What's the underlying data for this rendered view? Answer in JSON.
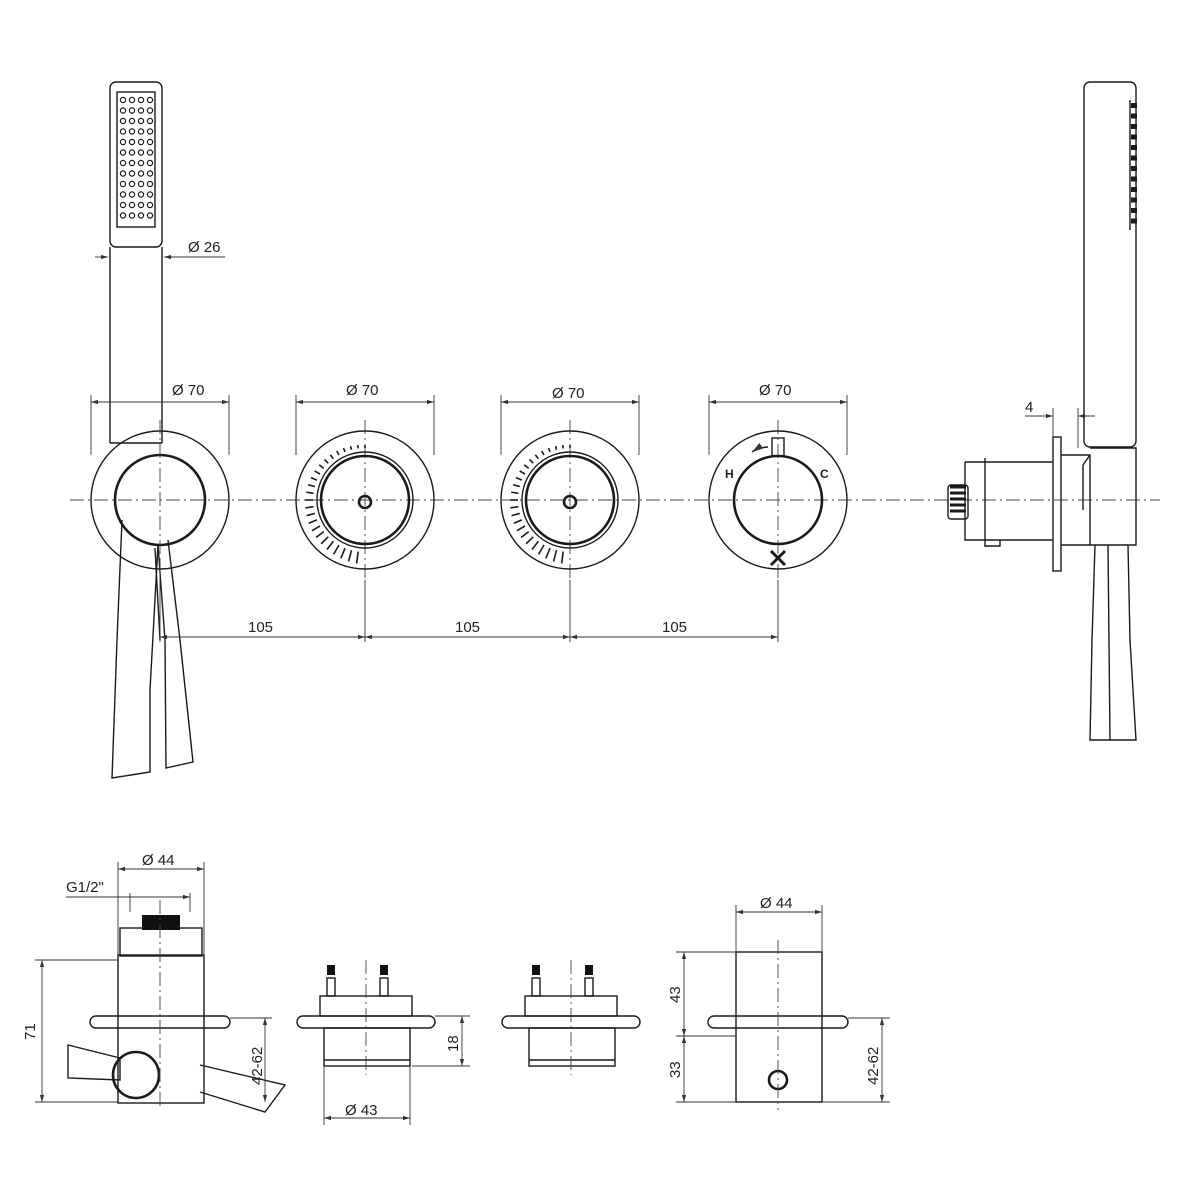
{
  "dimensions": {
    "shower_diameter": "Ø 26",
    "plate_diameter": "Ø 70",
    "spacing": "105",
    "depth_4": "4",
    "body_diameter": "Ø 44",
    "thread": "G1/2\"",
    "height_71": "71",
    "range_42_62": "42-62",
    "flange_18": "18",
    "cartridge_43": "Ø 43",
    "height_43": "43",
    "height_33": "33"
  },
  "valve_labels": {
    "hot": "H",
    "cold": "C"
  }
}
